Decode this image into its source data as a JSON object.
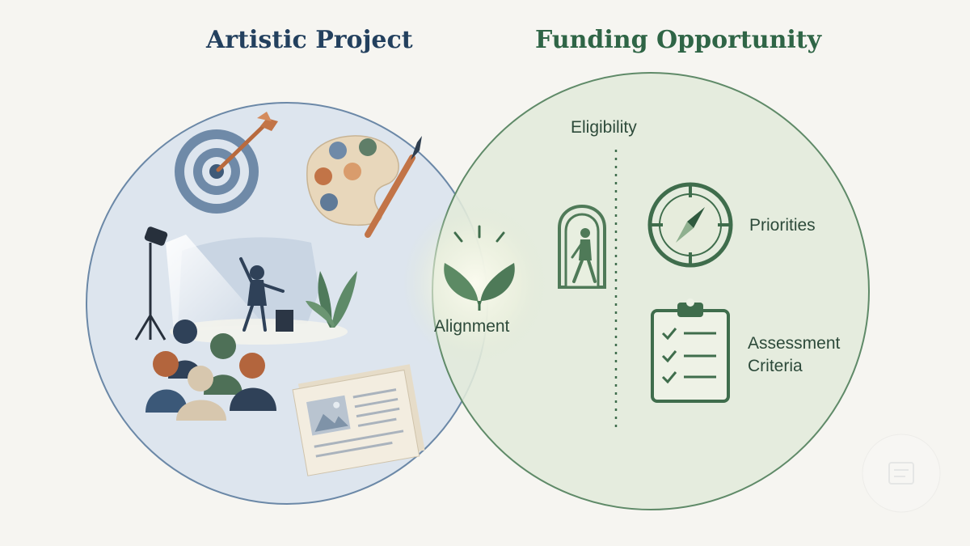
{
  "diagram": {
    "left_circle": {
      "title": "Artistic Project"
    },
    "right_circle": {
      "title": "Funding Opportunity"
    },
    "intersection": {
      "label": "Alignment"
    },
    "eligibility": {
      "label": "Eligibility"
    },
    "priorities": {
      "label": "Priorities"
    },
    "assessment": {
      "label_line1": "Assessment",
      "label_line2": "Criteria"
    }
  },
  "colors": {
    "left_fill": "#dfe6ee",
    "left_stroke": "#6b88a7",
    "right_fill": "#e3ebdc",
    "right_stroke": "#5f8a68",
    "navy": "#2f4a66",
    "green": "#3f6d4c",
    "orange": "#b86a3e"
  }
}
